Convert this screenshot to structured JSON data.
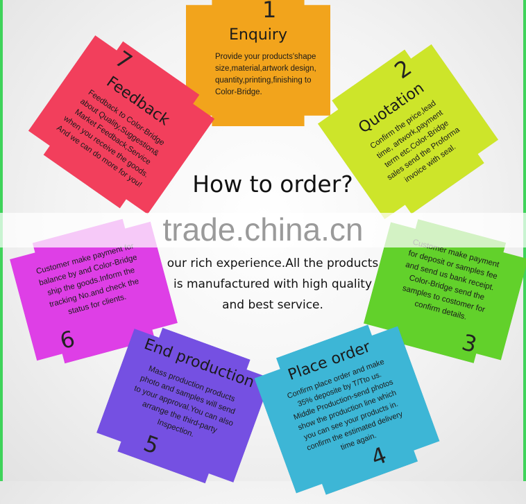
{
  "title": "How to order?",
  "watermark": "trade.china.cn",
  "intro_lines": [
    "our rich experience.All the products",
    "is manufactured with high quality",
    "and best service."
  ],
  "steps": [
    {
      "number": "1",
      "title": "Enquiry",
      "color": "#f2a41c",
      "lines": [
        "Provide your products'shape",
        "size,material,artwork design,",
        "quantity,printing,finishing to",
        "Color-Bridge."
      ]
    },
    {
      "number": "2",
      "title": "Quotation",
      "color": "#cde52a",
      "lines": [
        "Confirm the price,lead",
        "time, artwork,payment",
        "term etc.Color-Bridge",
        "sales send the Proforma",
        "invoice with seal."
      ]
    },
    {
      "number": "3",
      "title": "",
      "color": "#62d12b",
      "lines": [
        "Customer make payment",
        "for deposit or samples fee",
        "and send us bank receipt.",
        "Color-Bridge send the",
        "samples to costomer for",
        "confirm details."
      ]
    },
    {
      "number": "4",
      "title": "Place order",
      "color": "#3db6d6",
      "lines": [
        "Confirm place order and make",
        "35% deposite by T/Tto us.",
        "Middle Production-send photos",
        "show the production line which",
        "you can see your products in.",
        "confirm the estimated delivery",
        "time again."
      ]
    },
    {
      "number": "5",
      "title": "End production",
      "color": "#7550e2",
      "lines": [
        "Mass production products",
        "photo and samples will send",
        "to your approval.You can also",
        "arrange the third-party",
        "Inspection."
      ]
    },
    {
      "number": "6",
      "title": "",
      "color": "#de3fe6",
      "lines": [
        "Customer make payment for",
        "balance by and Color-Bridge",
        "ship the goods.Inform the",
        "tracking No.and check the",
        "status for clients."
      ]
    },
    {
      "number": "7",
      "title": "Feedback",
      "color": "#f23f5c",
      "lines": [
        "Feedback to Color-Bridge",
        "about Quality,Suggestion&",
        "Market Feedback,Service",
        "when you receive the goods.",
        "And we can do more for you!"
      ]
    }
  ]
}
